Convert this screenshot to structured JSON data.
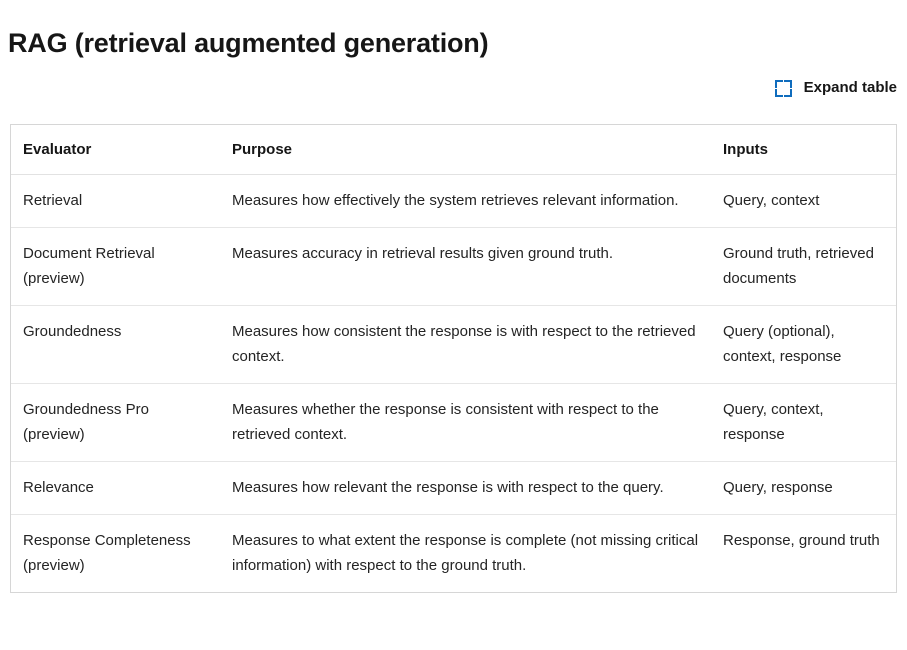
{
  "header": {
    "title": "RAG (retrieval augmented generation)"
  },
  "toolbar": {
    "expand_label": "Expand table",
    "expand_icon": "expand-corners-icon",
    "icon_color": "#0f6cbd"
  },
  "table": {
    "columns": [
      "Evaluator",
      "Purpose",
      "Inputs"
    ],
    "rows": [
      {
        "evaluator": "Retrieval",
        "purpose": "Measures how effectively the system retrieves relevant information.",
        "inputs": "Query, context"
      },
      {
        "evaluator": "Document Retrieval (preview)",
        "purpose": "Measures accuracy in retrieval results given ground truth.",
        "inputs": "Ground truth, retrieved documents"
      },
      {
        "evaluator": "Groundedness",
        "purpose": "Measures how consistent the response is with respect to the retrieved context.",
        "inputs": "Query (optional), context, response"
      },
      {
        "evaluator": "Groundedness Pro (preview)",
        "purpose": "Measures whether the response is consistent with respect to the retrieved context.",
        "inputs": "Query, context, response"
      },
      {
        "evaluator": "Relevance",
        "purpose": "Measures how relevant the response is with respect to the query.",
        "inputs": "Query, response"
      },
      {
        "evaluator": "Response Completeness (preview)",
        "purpose": "Measures to what extent the response is complete (not missing critical information) with respect to the ground truth.",
        "inputs": "Response, ground truth"
      }
    ]
  }
}
